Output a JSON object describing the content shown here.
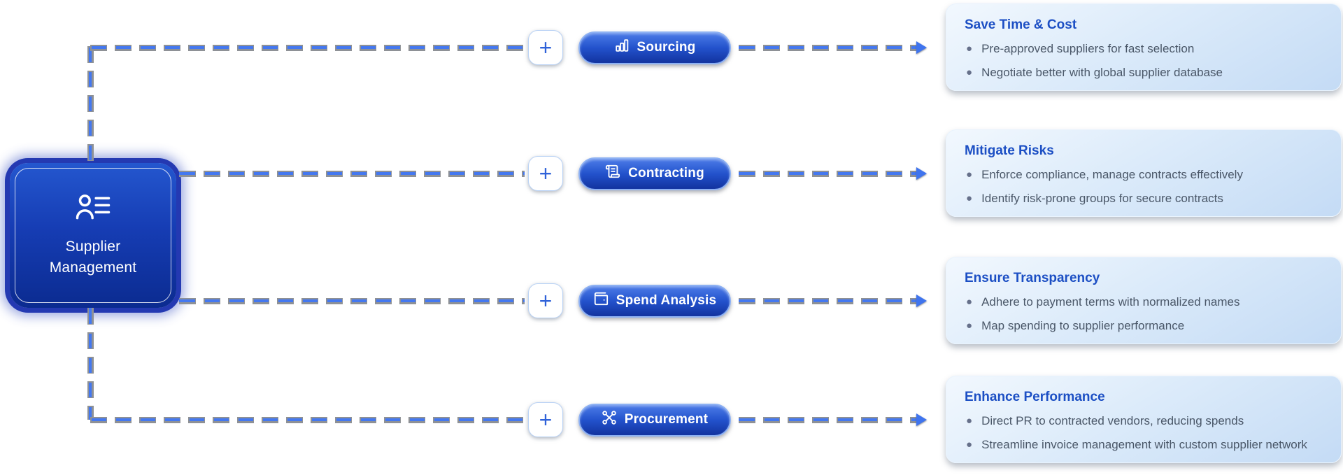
{
  "root_node": {
    "title": "Supplier Management",
    "title_line1": "Supplier",
    "title_line2": "Management",
    "icon": "contact-card-icon"
  },
  "plus_label": "+",
  "branches": [
    {
      "label": "Sourcing",
      "icon": "bar-chart-icon",
      "card": {
        "title": "Save Time & Cost",
        "bullets": [
          "Pre-approved suppliers for fast selection",
          "Negotiate better with global supplier database"
        ]
      }
    },
    {
      "label": "Contracting",
      "icon": "scroll-icon",
      "card": {
        "title": "Mitigate Risks",
        "bullets": [
          "Enforce compliance, manage contracts effectively",
          "Identify risk-prone groups for secure contracts"
        ]
      }
    },
    {
      "label": "Spend Analysis",
      "icon": "wallet-icon",
      "card": {
        "title": "Ensure Transparency",
        "bullets": [
          "Adhere to payment terms with normalized names",
          "Map spending to supplier performance"
        ]
      }
    },
    {
      "label": "Procurement",
      "icon": "network-icon",
      "card": {
        "title": "Enhance Performance",
        "bullets": [
          "Direct PR to contracted vendors, reducing spends",
          "Streamline invoice management with custom supplier network"
        ]
      }
    }
  ],
  "colors": {
    "node_blue_top": "#2457cf",
    "node_blue_bottom": "#0b2b90",
    "pill_blue": "#2352cc",
    "dash_blue": "#4478f0",
    "dash_gray": "#8e9196",
    "card_bg": "#d9eafa",
    "card_title_blue": "#1c4fc4",
    "bullet_text": "#4a5768"
  }
}
